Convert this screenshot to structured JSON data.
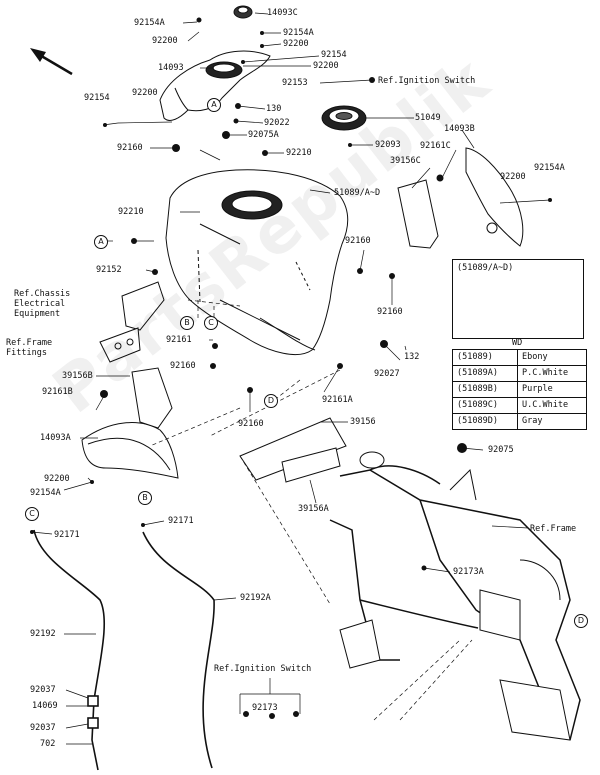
{
  "watermark": "PartsRepublik",
  "references": {
    "ignition_top": "Ref.Ignition Switch",
    "chassis_electrical": "Ref.Chassis\nElectrical\nEquipment",
    "frame_fittings": "Ref.Frame\nFittings",
    "frame": "Ref.Frame",
    "ignition_bottom": "Ref.Ignition Switch"
  },
  "circle_markers": [
    "A",
    "A",
    "B",
    "C",
    "D",
    "B",
    "C",
    "D"
  ],
  "parts": {
    "p14093C": "14093C",
    "p92154A_top": "92154A",
    "p92200_top": "92200",
    "p92154A_r": "92154A",
    "p92200_r": "92200",
    "p92154_r": "92154",
    "p92200_r2": "92200",
    "p14093": "14093",
    "p92153": "92153",
    "p92154_l": "92154",
    "p92200_l": "92200",
    "p130": "130",
    "p92022": "92022",
    "p51049": "51049",
    "p92075A": "92075A",
    "p14093B": "14093B",
    "p92160_l": "92160",
    "p92093": "92093",
    "p92161C": "92161C",
    "p92210_top": "92210",
    "p39156C": "39156C",
    "p92154A_far": "92154A",
    "p51089": "51089/A~D",
    "p92200_far": "92200",
    "p92210_l": "92210",
    "p92160_m": "92160",
    "p92152": "92152",
    "p92160_r": "92160",
    "p92161": "92161",
    "p92160_b": "92160",
    "p132": "132",
    "p39156B": "39156B",
    "p92027": "92027",
    "p92161B": "92161B",
    "p92161A": "92161A",
    "p92160_low": "92160",
    "p39156": "39156",
    "p14093A": "14093A",
    "p92075": "92075",
    "p92200_low": "92200",
    "p92154A_low": "92154A",
    "p39156A": "39156A",
    "p92171_l": "92171",
    "p92171_r": "92171",
    "p92173A": "92173A",
    "p92192A": "92192A",
    "p92192": "92192",
    "p92037_a": "92037",
    "p14069": "14069",
    "p92037_b": "92037",
    "p702": "702",
    "p92173": "92173"
  },
  "inset": {
    "title": "(51089/A~D)"
  },
  "color_table": {
    "title": "WD",
    "rows": [
      {
        "code": "(51089)",
        "color": "Ebony"
      },
      {
        "code": "(51089A)",
        "color": "P.C.White"
      },
      {
        "code": "(51089B)",
        "color": "Purple"
      },
      {
        "code": "(51089C)",
        "color": "U.C.White"
      },
      {
        "code": "(51089D)",
        "color": "Gray"
      }
    ]
  }
}
